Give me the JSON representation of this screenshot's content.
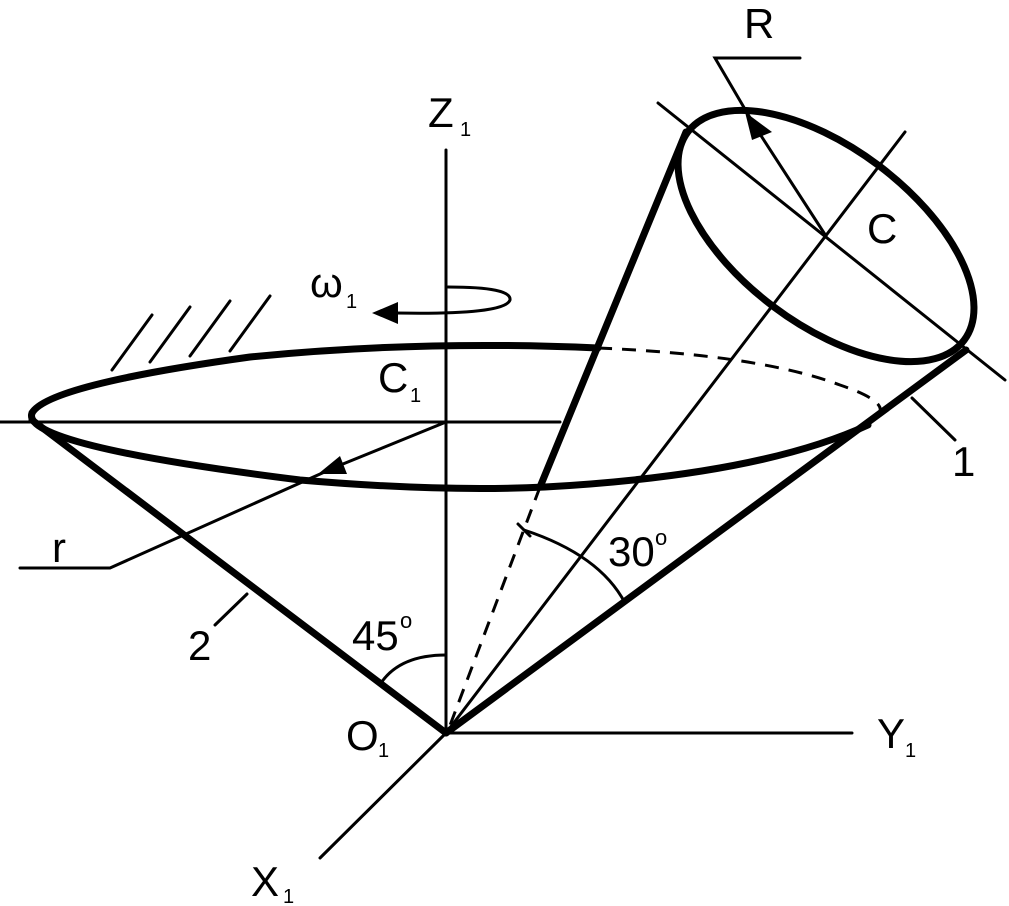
{
  "labels": {
    "z_axis": "Z",
    "z_sub": "1",
    "y_axis": "Y",
    "y_sub": "1",
    "x_axis": "X",
    "x_sub": "1",
    "origin": "O",
    "origin_sub": "1",
    "omega": "ω",
    "omega_sub": "1",
    "c1": "C",
    "c1_sub": "1",
    "c": "C",
    "r_big": "R",
    "r_small": "r",
    "body_1": "1",
    "body_2": "2",
    "angle_45": "45",
    "angle_30": "30",
    "degree": "o"
  }
}
